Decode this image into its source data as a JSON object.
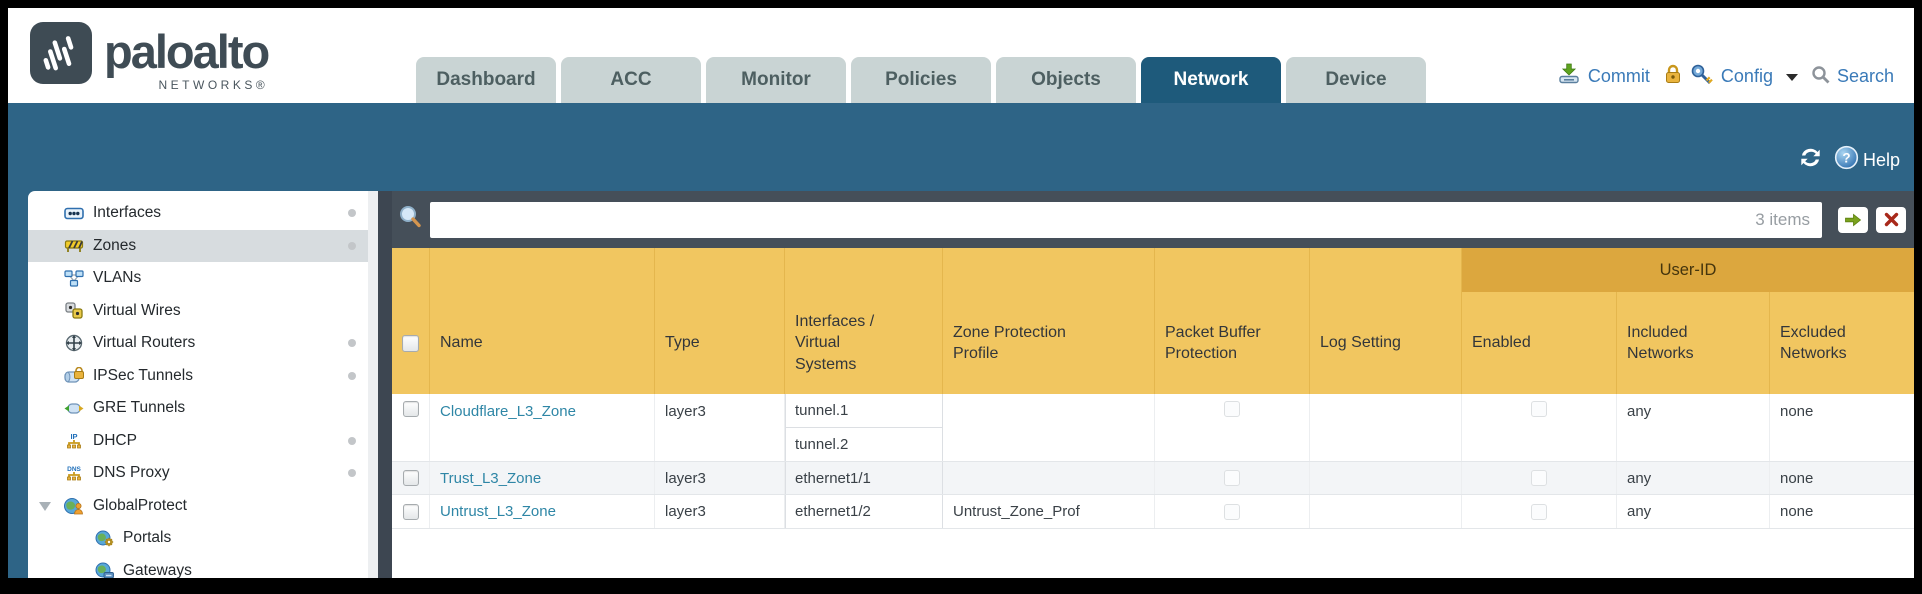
{
  "brand": {
    "wordmark": "paloalto",
    "tagline": "NETWORKS®"
  },
  "nav": {
    "tabs": [
      {
        "label": "Dashboard"
      },
      {
        "label": "ACC"
      },
      {
        "label": "Monitor"
      },
      {
        "label": "Policies"
      },
      {
        "label": "Objects"
      },
      {
        "label": "Network"
      },
      {
        "label": "Device"
      }
    ],
    "active_tab": "Network",
    "utilities": {
      "commit_label": "Commit",
      "config_label": "Config",
      "search_label": "Search"
    }
  },
  "subheader": {
    "help_label": "Help"
  },
  "sidebar": {
    "items": [
      {
        "label": "Interfaces",
        "icon": "interfaces-icon",
        "dot": true
      },
      {
        "label": "Zones",
        "icon": "zones-icon",
        "dot": true,
        "selected": true
      },
      {
        "label": "VLANs",
        "icon": "vlans-icon",
        "dot": false
      },
      {
        "label": "Virtual Wires",
        "icon": "virtual-wires-icon",
        "dot": false
      },
      {
        "label": "Virtual Routers",
        "icon": "virtual-routers-icon",
        "dot": true
      },
      {
        "label": "IPSec Tunnels",
        "icon": "ipsec-tunnels-icon",
        "dot": true
      },
      {
        "label": "GRE Tunnels",
        "icon": "gre-tunnels-icon",
        "dot": false
      },
      {
        "label": "DHCP",
        "icon": "dhcp-icon",
        "dot": true
      },
      {
        "label": "DNS Proxy",
        "icon": "dns-proxy-icon",
        "dot": true
      },
      {
        "label": "GlobalProtect",
        "icon": "globalprotect-icon",
        "dot": false,
        "expanded": true
      },
      {
        "label": "Portals",
        "icon": "portals-icon",
        "dot": false,
        "child": true
      },
      {
        "label": "Gateways",
        "icon": "gateways-icon",
        "dot": false,
        "child": true
      }
    ]
  },
  "toolbar": {
    "filter_value": "",
    "items_count": "3 items"
  },
  "zones_table": {
    "group_header": "User-ID",
    "columns": {
      "name": "Name",
      "type": "Type",
      "interfaces": "Interfaces /\nVirtual\nSystems",
      "zone_protection": "Zone Protection\nProfile",
      "packet_buffer": "Packet Buffer\nProtection",
      "log_setting": "Log Setting",
      "enabled": "Enabled",
      "included": "Included\nNetworks",
      "excluded": "Excluded\nNetworks"
    },
    "rows": [
      {
        "name": "Cloudflare_L3_Zone",
        "type": "layer3",
        "interface_1": "tunnel.1",
        "interface_2": "tunnel.2",
        "zone_protection": "",
        "log_setting": "",
        "included": "any",
        "excluded": "none"
      },
      {
        "name": "Trust_L3_Zone",
        "type": "layer3",
        "interface_1": "ethernet1/1",
        "zone_protection": "",
        "log_setting": "",
        "included": "any",
        "excluded": "none"
      },
      {
        "name": "Untrust_L3_Zone",
        "type": "layer3",
        "interface_1": "ethernet1/2",
        "zone_protection": "Untrust_Zone_Prof",
        "log_setting": "",
        "included": "any",
        "excluded": "none"
      }
    ]
  },
  "colors": {
    "header_teal": "#2e6486",
    "tab_active": "#1e5a7b",
    "table_header_amber": "#f1c660",
    "user_id_band": "#dca73e",
    "toolbar_dark": "#454f59",
    "link": "#2e86a6"
  }
}
